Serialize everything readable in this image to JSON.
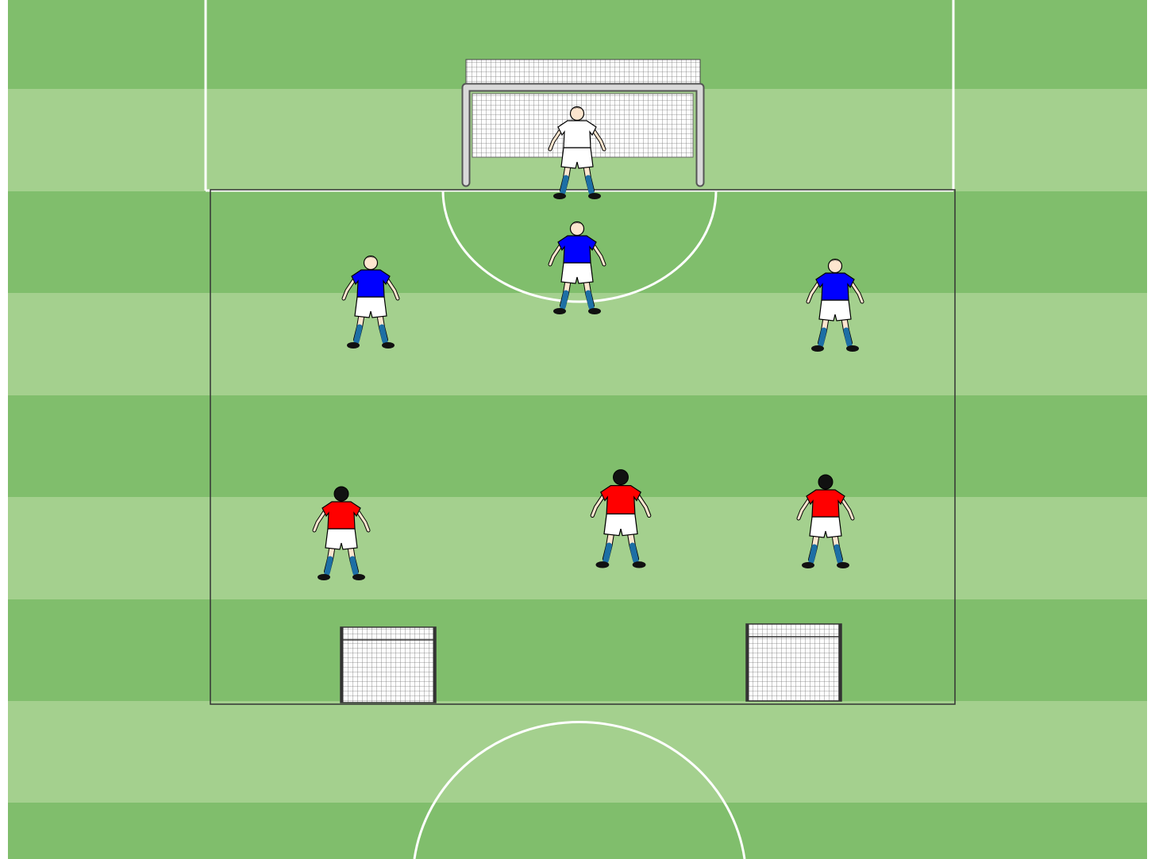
{
  "pitch": {
    "stripe_colors": [
      "#80be6c",
      "#a4d08e"
    ],
    "line_color": "#ffffff",
    "drill_area_border": "#333333",
    "net_frame_color": "#d9d9d9"
  },
  "teams": {
    "goalkeeper": {
      "shirt": "#ffffff",
      "shorts": "#ffffff",
      "socks": "#1d6fa5"
    },
    "blue": {
      "shirt": "#0000ff",
      "shorts": "#ffffff",
      "socks": "#1d6fa5"
    },
    "red": {
      "shirt": "#ff0000",
      "shorts": "#ffffff",
      "socks": "#1d6fa5"
    }
  },
  "players": [
    {
      "role": "goalkeeper",
      "team": "goalkeeper",
      "facing": "front"
    },
    {
      "role": "defender-center",
      "team": "blue",
      "facing": "front"
    },
    {
      "role": "defender-left",
      "team": "blue",
      "facing": "front"
    },
    {
      "role": "defender-right",
      "team": "blue",
      "facing": "front"
    },
    {
      "role": "attacker-left",
      "team": "red",
      "facing": "back"
    },
    {
      "role": "attacker-center",
      "team": "red",
      "facing": "back"
    },
    {
      "role": "attacker-right",
      "team": "red",
      "facing": "back"
    }
  ],
  "goals": [
    {
      "type": "full-size goal"
    },
    {
      "type": "mini goal left"
    },
    {
      "type": "mini goal right"
    }
  ]
}
